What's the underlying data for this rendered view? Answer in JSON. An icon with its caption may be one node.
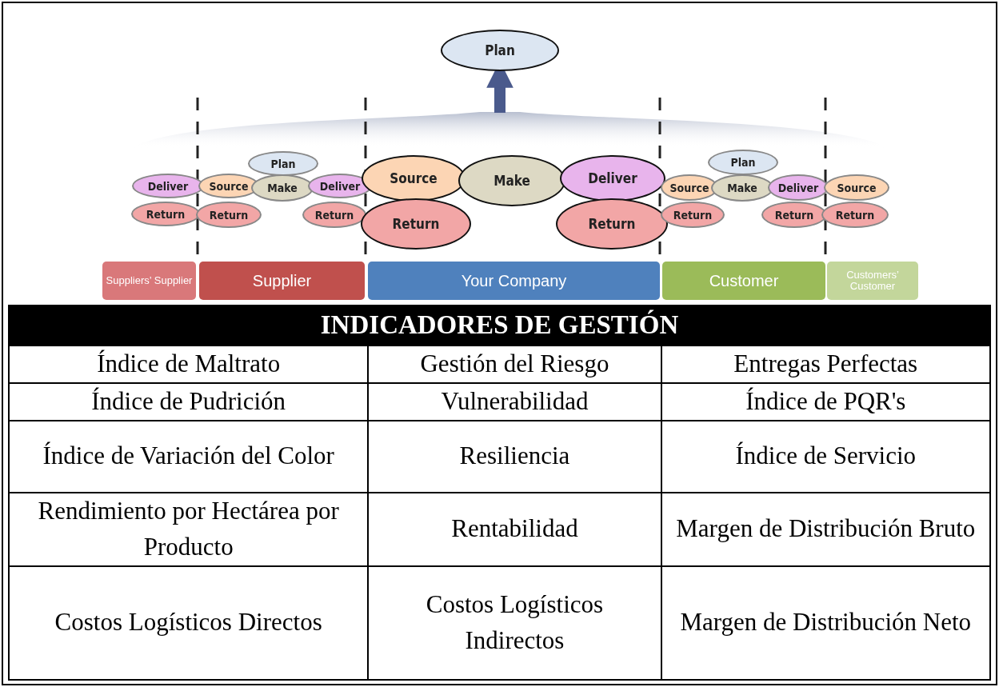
{
  "diagram": {
    "nodes": [
      {
        "text": [
          "Plan"
        ]
      },
      {
        "text": [
          "Deliver"
        ]
      },
      {
        "text": [
          "Return"
        ]
      },
      {
        "text": [
          "Plan"
        ]
      },
      {
        "text": [
          "Source"
        ]
      },
      {
        "text": [
          "Make"
        ]
      },
      {
        "text": [
          "Deliver"
        ]
      },
      {
        "text": [
          "Return"
        ]
      },
      {
        "text": [
          "Return"
        ]
      },
      {
        "text": [
          "Source"
        ]
      },
      {
        "text": [
          "Make"
        ]
      },
      {
        "text": [
          "Deliver"
        ]
      },
      {
        "text": [
          "Return"
        ]
      },
      {
        "text": [
          "Return"
        ]
      },
      {
        "text": [
          "Plan"
        ]
      },
      {
        "text": [
          "Source"
        ]
      },
      {
        "text": [
          "Make"
        ]
      },
      {
        "text": [
          "Deliver"
        ]
      },
      {
        "text": [
          "Return"
        ]
      },
      {
        "text": [
          "Return"
        ]
      },
      {
        "text": [
          "Source"
        ]
      },
      {
        "text": [
          "Return"
        ]
      },
      {
        "text": [
          "Suppliers’ Supplier"
        ]
      },
      {
        "text": [
          "Supplier"
        ]
      },
      {
        "text": [
          "Your Company"
        ]
      },
      {
        "text": [
          "Customer"
        ]
      },
      {
        "text": [
          "Customers’ Customer"
        ]
      },
      {
        "text": [],
        "shape": "band"
      }
    ],
    "edges": [
      {
        "from": 27,
        "to": 0,
        "arrow": "to"
      }
    ],
    "labels": [
      "INDICADORES DE GESTIÓN",
      "Índice de Maltrato",
      "Gestión del Riesgo",
      "Entregas Perfectas",
      "Índice de Pudrición",
      "Vulnerabilidad",
      "Índice de PQR's",
      "Índice de Variación del Color",
      "Resiliencia",
      "Índice de Servicio",
      "Rendimiento por Hectárea por Producto",
      "Rentabilidad",
      "Margen de Distribución Bruto",
      "Costos Logísticos Directos",
      "Costos Logísticos Indirectos",
      "Margen de Distribución Neto"
    ]
  }
}
